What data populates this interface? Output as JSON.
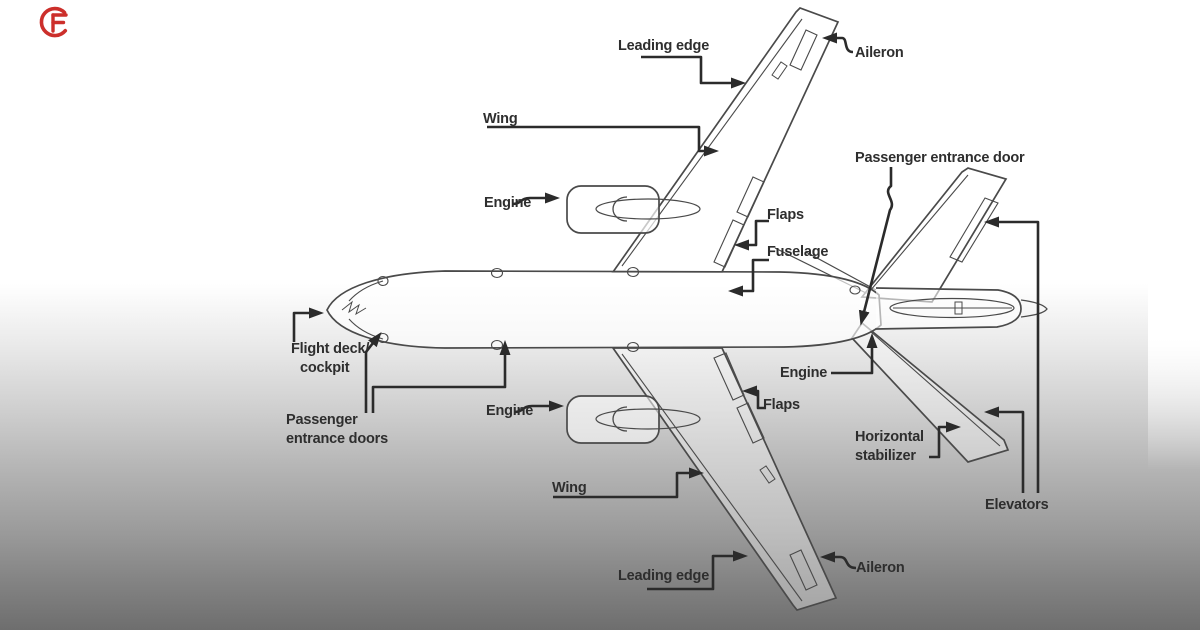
{
  "page": {
    "background_top_color": "#ffffff",
    "background_bottom_color": "#6e6e6e",
    "line_color": "#2b2b2b",
    "airframe_line_color": "#4a4a4a",
    "text_color": "#2e2e2e"
  },
  "logo": {
    "icon": "brand-f-monogram-icon",
    "color": "#cc2f2b"
  },
  "diagram": {
    "subject": "airplane-parts-top-view",
    "labels": {
      "leading_edge_top": "Leading edge",
      "aileron_top": "Aileron",
      "wing_top": "Wing",
      "passenger_entrance_door": "Passenger entrance door",
      "engine_top": "Engine",
      "flaps_top": "Flaps",
      "fuselage": "Fuselage",
      "flight_deck_1": "Flight deck/",
      "flight_deck_2": "cockpit",
      "engine_tail": "Engine",
      "flaps_bottom": "Flaps",
      "passenger_doors_1": "Passenger",
      "passenger_doors_2": "entrance doors",
      "engine_bottom": "Engine",
      "horizontal_stabilizer_1": "Horizontal",
      "horizontal_stabilizer_2": "stabilizer",
      "wing_bottom": "Wing",
      "elevators": "Elevators",
      "leading_edge_bottom": "Leading edge",
      "aileron_bottom": "Aileron"
    }
  }
}
